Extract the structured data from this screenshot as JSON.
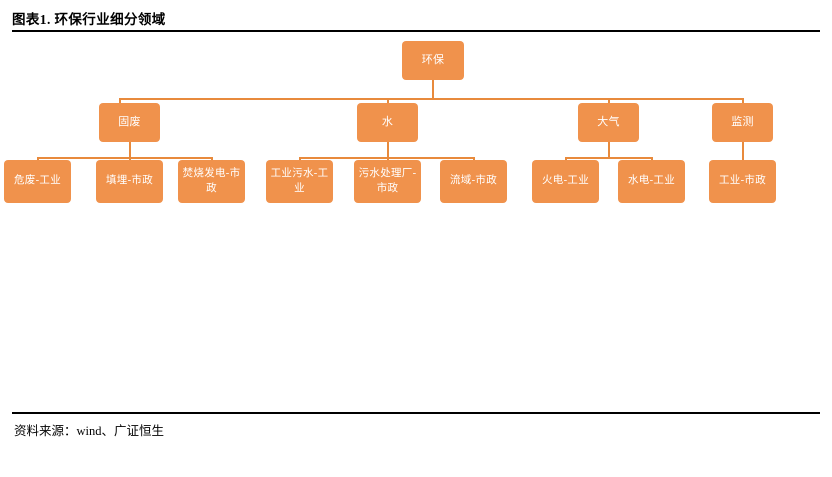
{
  "figure": {
    "title": "图表1. 环保行业细分领域",
    "source_label": "资料来源：wind、广证恒生"
  },
  "colors": {
    "node_fill": "#F0924C",
    "connector": "#E88A3C",
    "node_text": "#FFFFFF",
    "rule": "#000000",
    "background": "#FFFFFF"
  },
  "chart_data": {
    "type": "diagram",
    "subtype": "organization-tree",
    "title": "图表1. 环保行业细分领域",
    "orientation": "top-down",
    "levels": 3,
    "root": {
      "id": "huanbao",
      "label": "环保"
    },
    "nodes": [
      {
        "id": "huanbao",
        "label": "环保",
        "level": 1,
        "parent": null
      },
      {
        "id": "gufei",
        "label": "固废",
        "level": 2,
        "parent": "huanbao"
      },
      {
        "id": "shui",
        "label": "水",
        "level": 2,
        "parent": "huanbao"
      },
      {
        "id": "daqi",
        "label": "大气",
        "level": 2,
        "parent": "huanbao"
      },
      {
        "id": "jiance",
        "label": "监测",
        "level": 2,
        "parent": "huanbao"
      },
      {
        "id": "weifei",
        "label": "危废-工业",
        "level": 3,
        "parent": "gufei"
      },
      {
        "id": "tianmai",
        "label": "填埋-市政",
        "level": 3,
        "parent": "gufei"
      },
      {
        "id": "fenshao",
        "label": "焚烧发电-市政",
        "level": 3,
        "parent": "gufei"
      },
      {
        "id": "gyws",
        "label": "工业污水-工业",
        "level": 3,
        "parent": "shui"
      },
      {
        "id": "wsclc",
        "label": "污水处理厂-市政",
        "level": 3,
        "parent": "shui"
      },
      {
        "id": "liuyu",
        "label": "流域-市政",
        "level": 3,
        "parent": "shui"
      },
      {
        "id": "huodian",
        "label": "火电-工业",
        "level": 3,
        "parent": "daqi"
      },
      {
        "id": "shuidian",
        "label": "水电-工业",
        "level": 3,
        "parent": "daqi"
      },
      {
        "id": "gongye",
        "label": "工业-市政",
        "level": 3,
        "parent": "jiance"
      }
    ],
    "branches": [
      {
        "parent": "固废",
        "children": [
          "危废-工业",
          "填埋-市政",
          "焚烧发电-市政"
        ]
      },
      {
        "parent": "水",
        "children": [
          "工业污水-工业",
          "污水处理厂-市政",
          "流域-市政"
        ]
      },
      {
        "parent": "大气",
        "children": [
          "火电-工业",
          "水电-工业"
        ]
      },
      {
        "parent": "监测",
        "children": [
          "工业-市政"
        ]
      }
    ]
  }
}
